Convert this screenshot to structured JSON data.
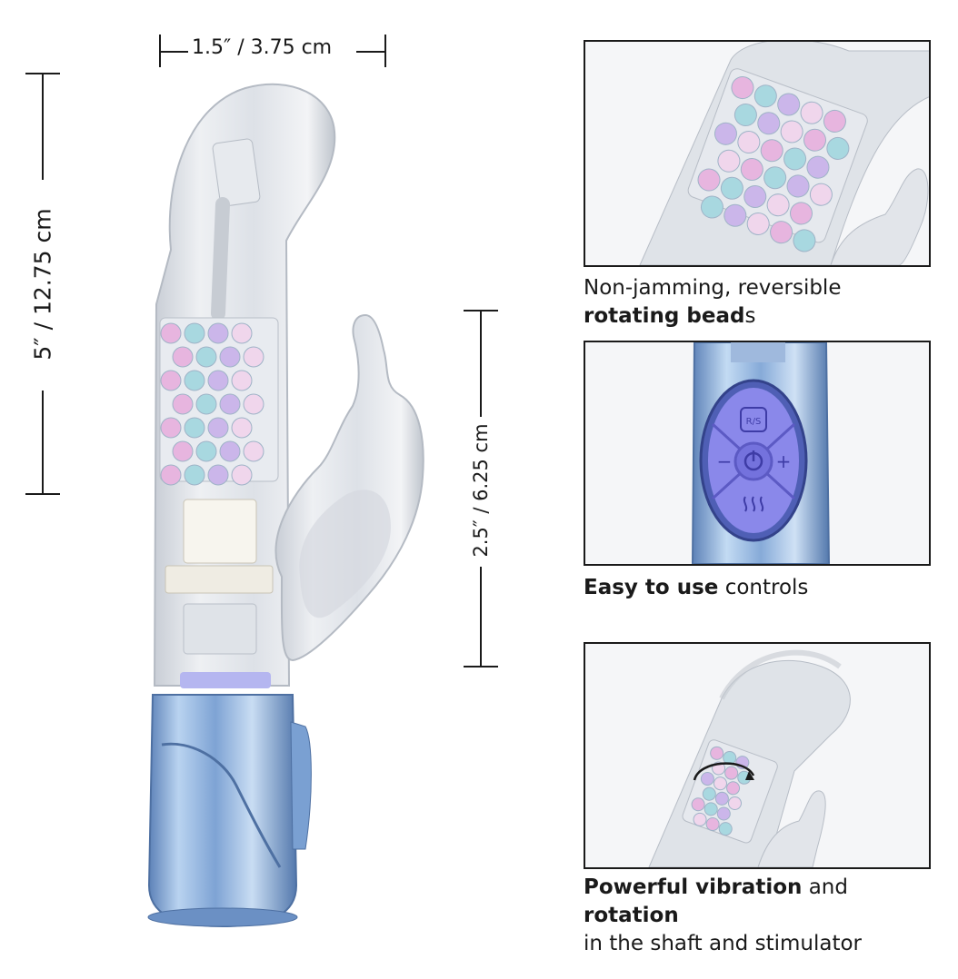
{
  "dimensions": {
    "width_label": "1.5″ / 3.75 cm",
    "length_label": "5″ / 12.75 cm",
    "stimulator_label": "2.5″ / 6.25 cm"
  },
  "features": [
    {
      "line1_normal": "Non-jamming, reversible",
      "line2_bold": "rotating bead",
      "line2_normal": "s"
    },
    {
      "line1_bold": "Easy to use",
      "line1_normal": " controls"
    },
    {
      "line1_bold_a": "Powerful vibration",
      "line1_normal_a": " and ",
      "line1_bold_b": "rotation",
      "line2_normal": "in the shaft and stimulator"
    }
  ],
  "control_panel": {
    "reverse_label": "R/S",
    "minus_label": "−",
    "plus_label": "+"
  },
  "colors": {
    "clear_body": "#d9dde3",
    "base_blue": "#7fa6d6",
    "button_purple": "#7b78e0",
    "bead_pink": "#e7b5df",
    "bead_teal": "#a8d8e0",
    "text": "#1a1a1a"
  }
}
